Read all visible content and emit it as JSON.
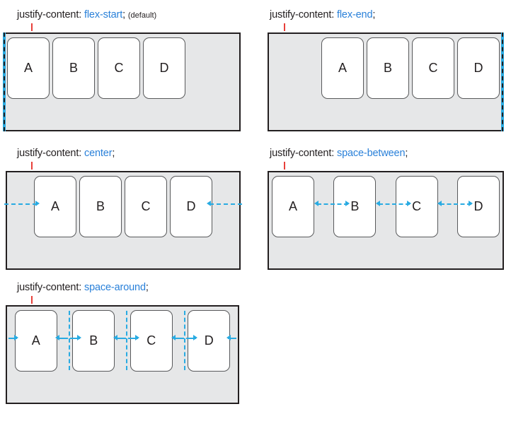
{
  "figure": {
    "title": "justify-content diagram",
    "property_name": "justify-content:",
    "semicolon": ";",
    "item_labels": [
      "A",
      "B",
      "C",
      "D"
    ],
    "colors": {
      "container_fill": "#e6e7e8",
      "container_border": "#231f20",
      "item_fill": "#ffffff",
      "item_border": "#58595b",
      "value_text": "#2980d9",
      "label_text": "#231f20",
      "annotation": "#29abe2",
      "tick": "#e8403a"
    }
  },
  "panels": [
    {
      "id": "flex-start",
      "property": "justify-content:",
      "value": "flex-start",
      "semicolon": ";",
      "note": "(default)",
      "items": [
        "A",
        "B",
        "C",
        "D"
      ],
      "annotation": "edge-left"
    },
    {
      "id": "flex-end",
      "property": "justify-content:",
      "value": "flex-end",
      "semicolon": ";",
      "note": "",
      "items": [
        "A",
        "B",
        "C",
        "D"
      ],
      "annotation": "edge-right"
    },
    {
      "id": "center",
      "property": "justify-content:",
      "value": "center",
      "semicolon": ";",
      "note": "",
      "items": [
        "A",
        "B",
        "C",
        "D"
      ],
      "annotation": "arrows-inward"
    },
    {
      "id": "space-between",
      "property": "justify-content:",
      "value": "space-between",
      "semicolon": ";",
      "note": "",
      "items": [
        "A",
        "B",
        "C",
        "D"
      ],
      "annotation": "arrows-between"
    },
    {
      "id": "space-around",
      "property": "justify-content:",
      "value": "space-around",
      "semicolon": ";",
      "note": "",
      "items": [
        "A",
        "B",
        "C",
        "D"
      ],
      "annotation": "arrows-around"
    }
  ]
}
